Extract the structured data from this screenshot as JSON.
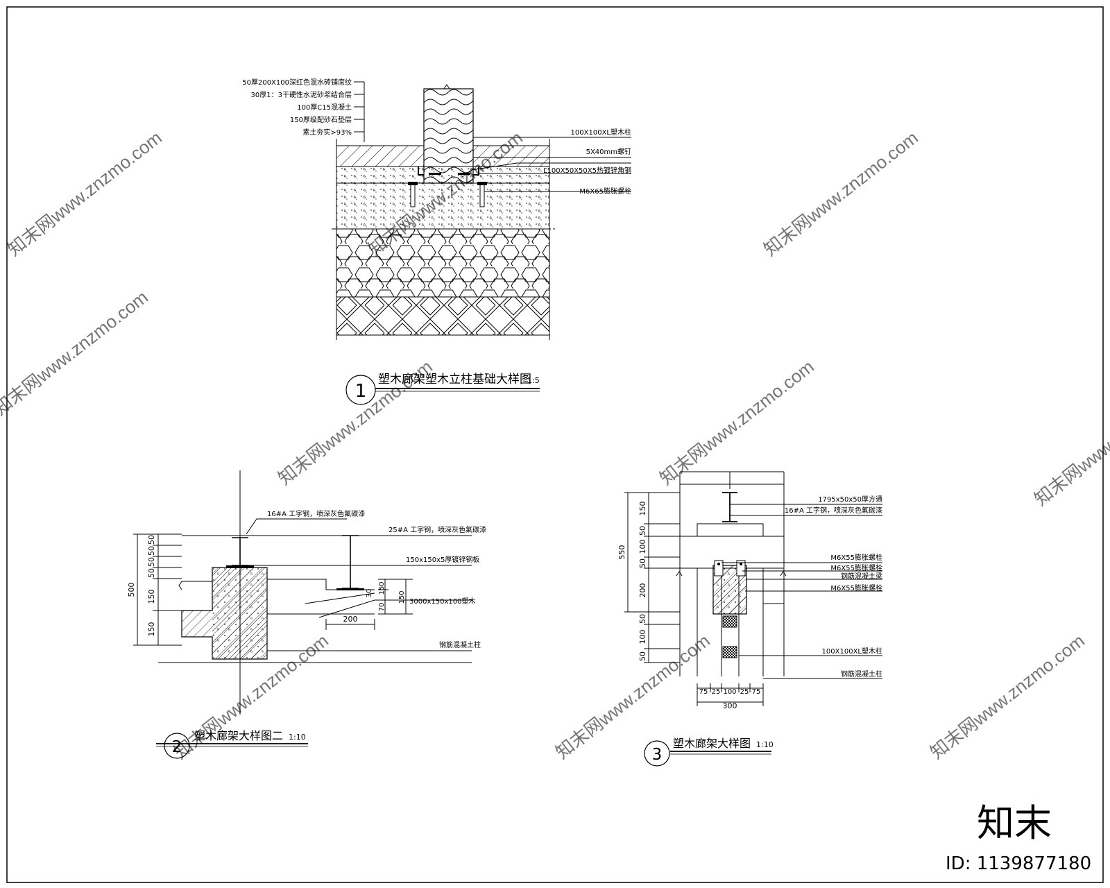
{
  "detail1": {
    "layer_labels": [
      "50厚200X100深红色混水砖铺席纹",
      "30厚1：3干硬性水泥砂浆结合层",
      "100厚C15混凝土",
      "150厚级配砂石垫层",
      "素土夯实>93%"
    ],
    "right_labels": [
      "100X100XL塑木柱",
      "5X40mm螺钉",
      "L100X50X50X5热镀锌角钢",
      "M6X65膨胀螺栓"
    ],
    "number": "1",
    "title": "塑木廊架塑木立柱基础大样图",
    "scale": "1:5"
  },
  "detail2": {
    "labels": [
      "16#A 工字钢，喷深灰色氟碳漆",
      "25#A 工字钢，喷深灰色氟碳漆",
      "150x150x5厚镀锌钢板",
      "3000x150x100塑木",
      "钢筋混凝土柱"
    ],
    "dims_left": [
      "50",
      "50",
      "50",
      "50",
      "150",
      "150"
    ],
    "dim_total": "500",
    "dims_small": [
      "30",
      "70",
      "150",
      "150"
    ],
    "dim_bottom": "200",
    "number": "2",
    "title": "塑木廊架大样图二",
    "scale": "1:10"
  },
  "detail3": {
    "labels": [
      "1795x50x50厚方通",
      "16#A 工字钢，喷深灰色氟碳漆",
      "M6X55膨胀螺栓",
      "M6X55膨胀螺栓",
      "钢筋混凝土梁",
      "M6X55膨胀螺栓",
      "100X100XL塑木柱",
      "钢筋混凝土柱"
    ],
    "dims_left": [
      "150",
      "50",
      "100",
      "50",
      "200",
      "50",
      "100",
      "50"
    ],
    "dim_total": "550",
    "dims_bottom": [
      "75",
      "25",
      "100",
      "25",
      "75"
    ],
    "dim_bottom_total": "300",
    "number": "3",
    "title": "塑木廊架大样图",
    "scale": "1:10"
  },
  "watermark": {
    "text": "知末网www.znzmo.com",
    "logo": "知末",
    "id_label": "ID: 1139877180"
  }
}
